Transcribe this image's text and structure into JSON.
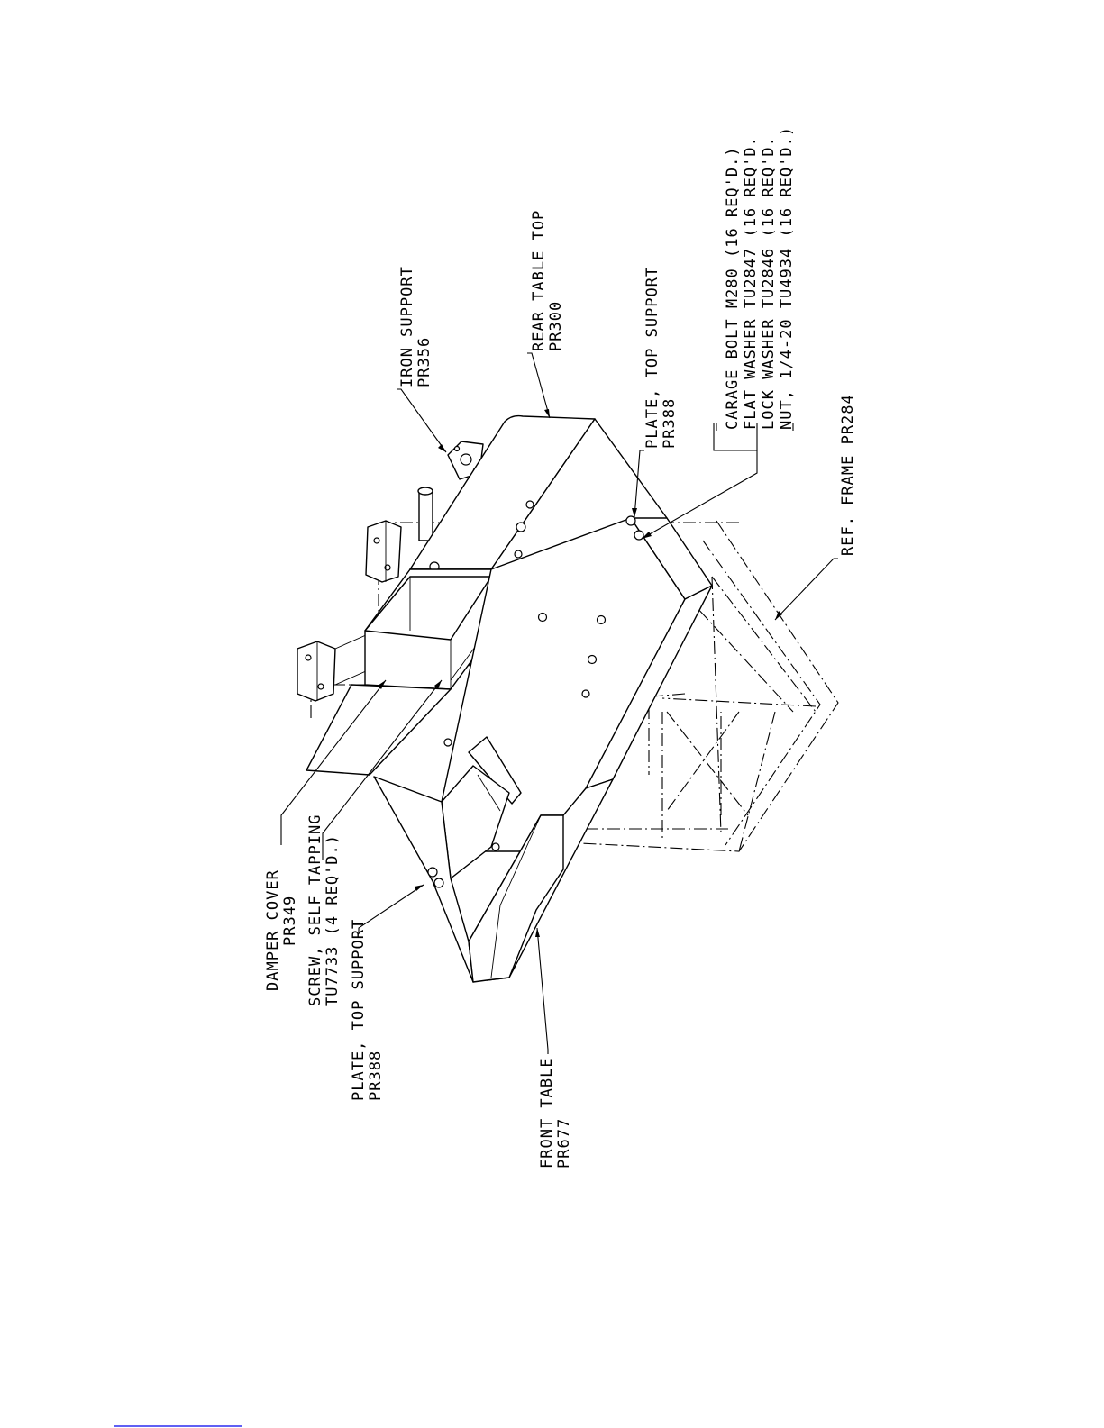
{
  "labels": {
    "iron_support": [
      "IRON SUPPORT",
      "PR356"
    ],
    "rear_table_top": [
      "REAR TABLE TOP",
      "PR300"
    ],
    "plate_top_support_right": [
      "PLATE, TOP SUPPORT",
      "PR388"
    ],
    "hardware": [
      "CARAGE BOLT M280 (16 REQ'D.)",
      "FLAT WASHER TU2847 (16 REQ'D.",
      "LOCK WASHER TU2846 (16 REQ'D.",
      "NUT, 1/4-20 TU4934 (16 REQ'D.)"
    ],
    "ref_frame": [
      "REF. FRAME PR284"
    ],
    "damper_cover": [
      "DAMPER COVER",
      "PR349"
    ],
    "screw": [
      "SCREW, SELF TAPPING",
      "TU7733 (4 REQ'D.)"
    ],
    "plate_top_support_left": [
      "PLATE, TOP SUPPORT",
      "PR388"
    ],
    "front_table": [
      "FRONT TABLE",
      "PR677"
    ]
  }
}
